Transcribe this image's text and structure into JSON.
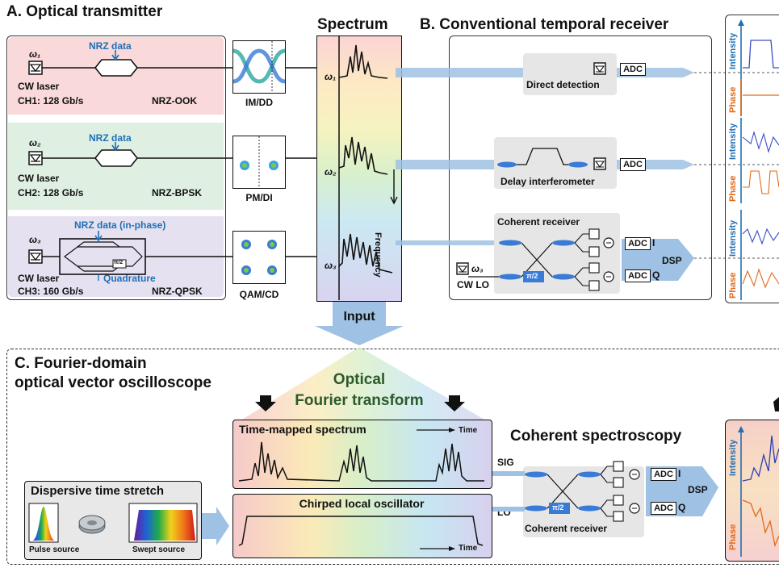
{
  "section_a": {
    "title": "A. Optical transmitter",
    "channels": [
      {
        "omega": "ω₁",
        "data": "NRZ data",
        "laser": "CW laser",
        "rate": "CH1: 128 Gb/s",
        "format": "NRZ-OOK",
        "modlabel": "IM/DD"
      },
      {
        "omega": "ω₂",
        "data": "NRZ data",
        "laser": "CW laser",
        "rate": "CH2: 128 Gb/s",
        "format": "NRZ-BPSK",
        "modlabel": "PM/DI"
      },
      {
        "omega": "ω₃",
        "data": "NRZ data (in-phase)",
        "laser": "CW laser",
        "rate": "CH3: 160 Gb/s",
        "format": "NRZ-QPSK",
        "modlabel": "QAM/CD",
        "quadrature": "Quadrature",
        "pi2": "π/2"
      }
    ]
  },
  "spectrum": {
    "title": "Spectrum",
    "omegas": [
      "ω₁",
      "ω₂",
      "ω₃"
    ],
    "axis": "Frequency",
    "input": "Input"
  },
  "section_b": {
    "title": "B. Conventional temporal receiver",
    "direct": "Direct detection",
    "delay": "Delay interferometer",
    "coherent": "Coherent receiver",
    "adc": "ADC",
    "i": "I",
    "q": "Q",
    "dsp": "DSP",
    "cwlo": "CW LO",
    "omega3": "ω₃",
    "pi2": "π/2",
    "intensity": "Intensity",
    "phase": "Phase"
  },
  "section_c": {
    "title_line1": "C. Fourier-domain",
    "title_line2": "optical vector oscilloscope",
    "oft_line1": "Optical",
    "oft_line2": "Fourier transform",
    "tms": "Time-mapped spectrum",
    "time": "Time",
    "clo": "Chirped local oscillator",
    "dts": "Dispersive time stretch",
    "pulse": "Pulse source",
    "swept": "Swept source",
    "coh_spec": "Coherent spectroscopy",
    "sig": "SIG",
    "lo": "LO",
    "coherent": "Coherent receiver",
    "adc": "ADC",
    "i": "I",
    "q": "Q",
    "dsp": "DSP",
    "pi2": "π/2",
    "intensity": "Intensity",
    "phase": "Phase"
  },
  "colors": {
    "blue": "#1f6fb5",
    "orange": "#e06a1a",
    "arrow": "#9fc1e3",
    "red_band": "#f9d9d9",
    "green_band": "#dff0e3",
    "purple_band": "#e6e1f1"
  }
}
